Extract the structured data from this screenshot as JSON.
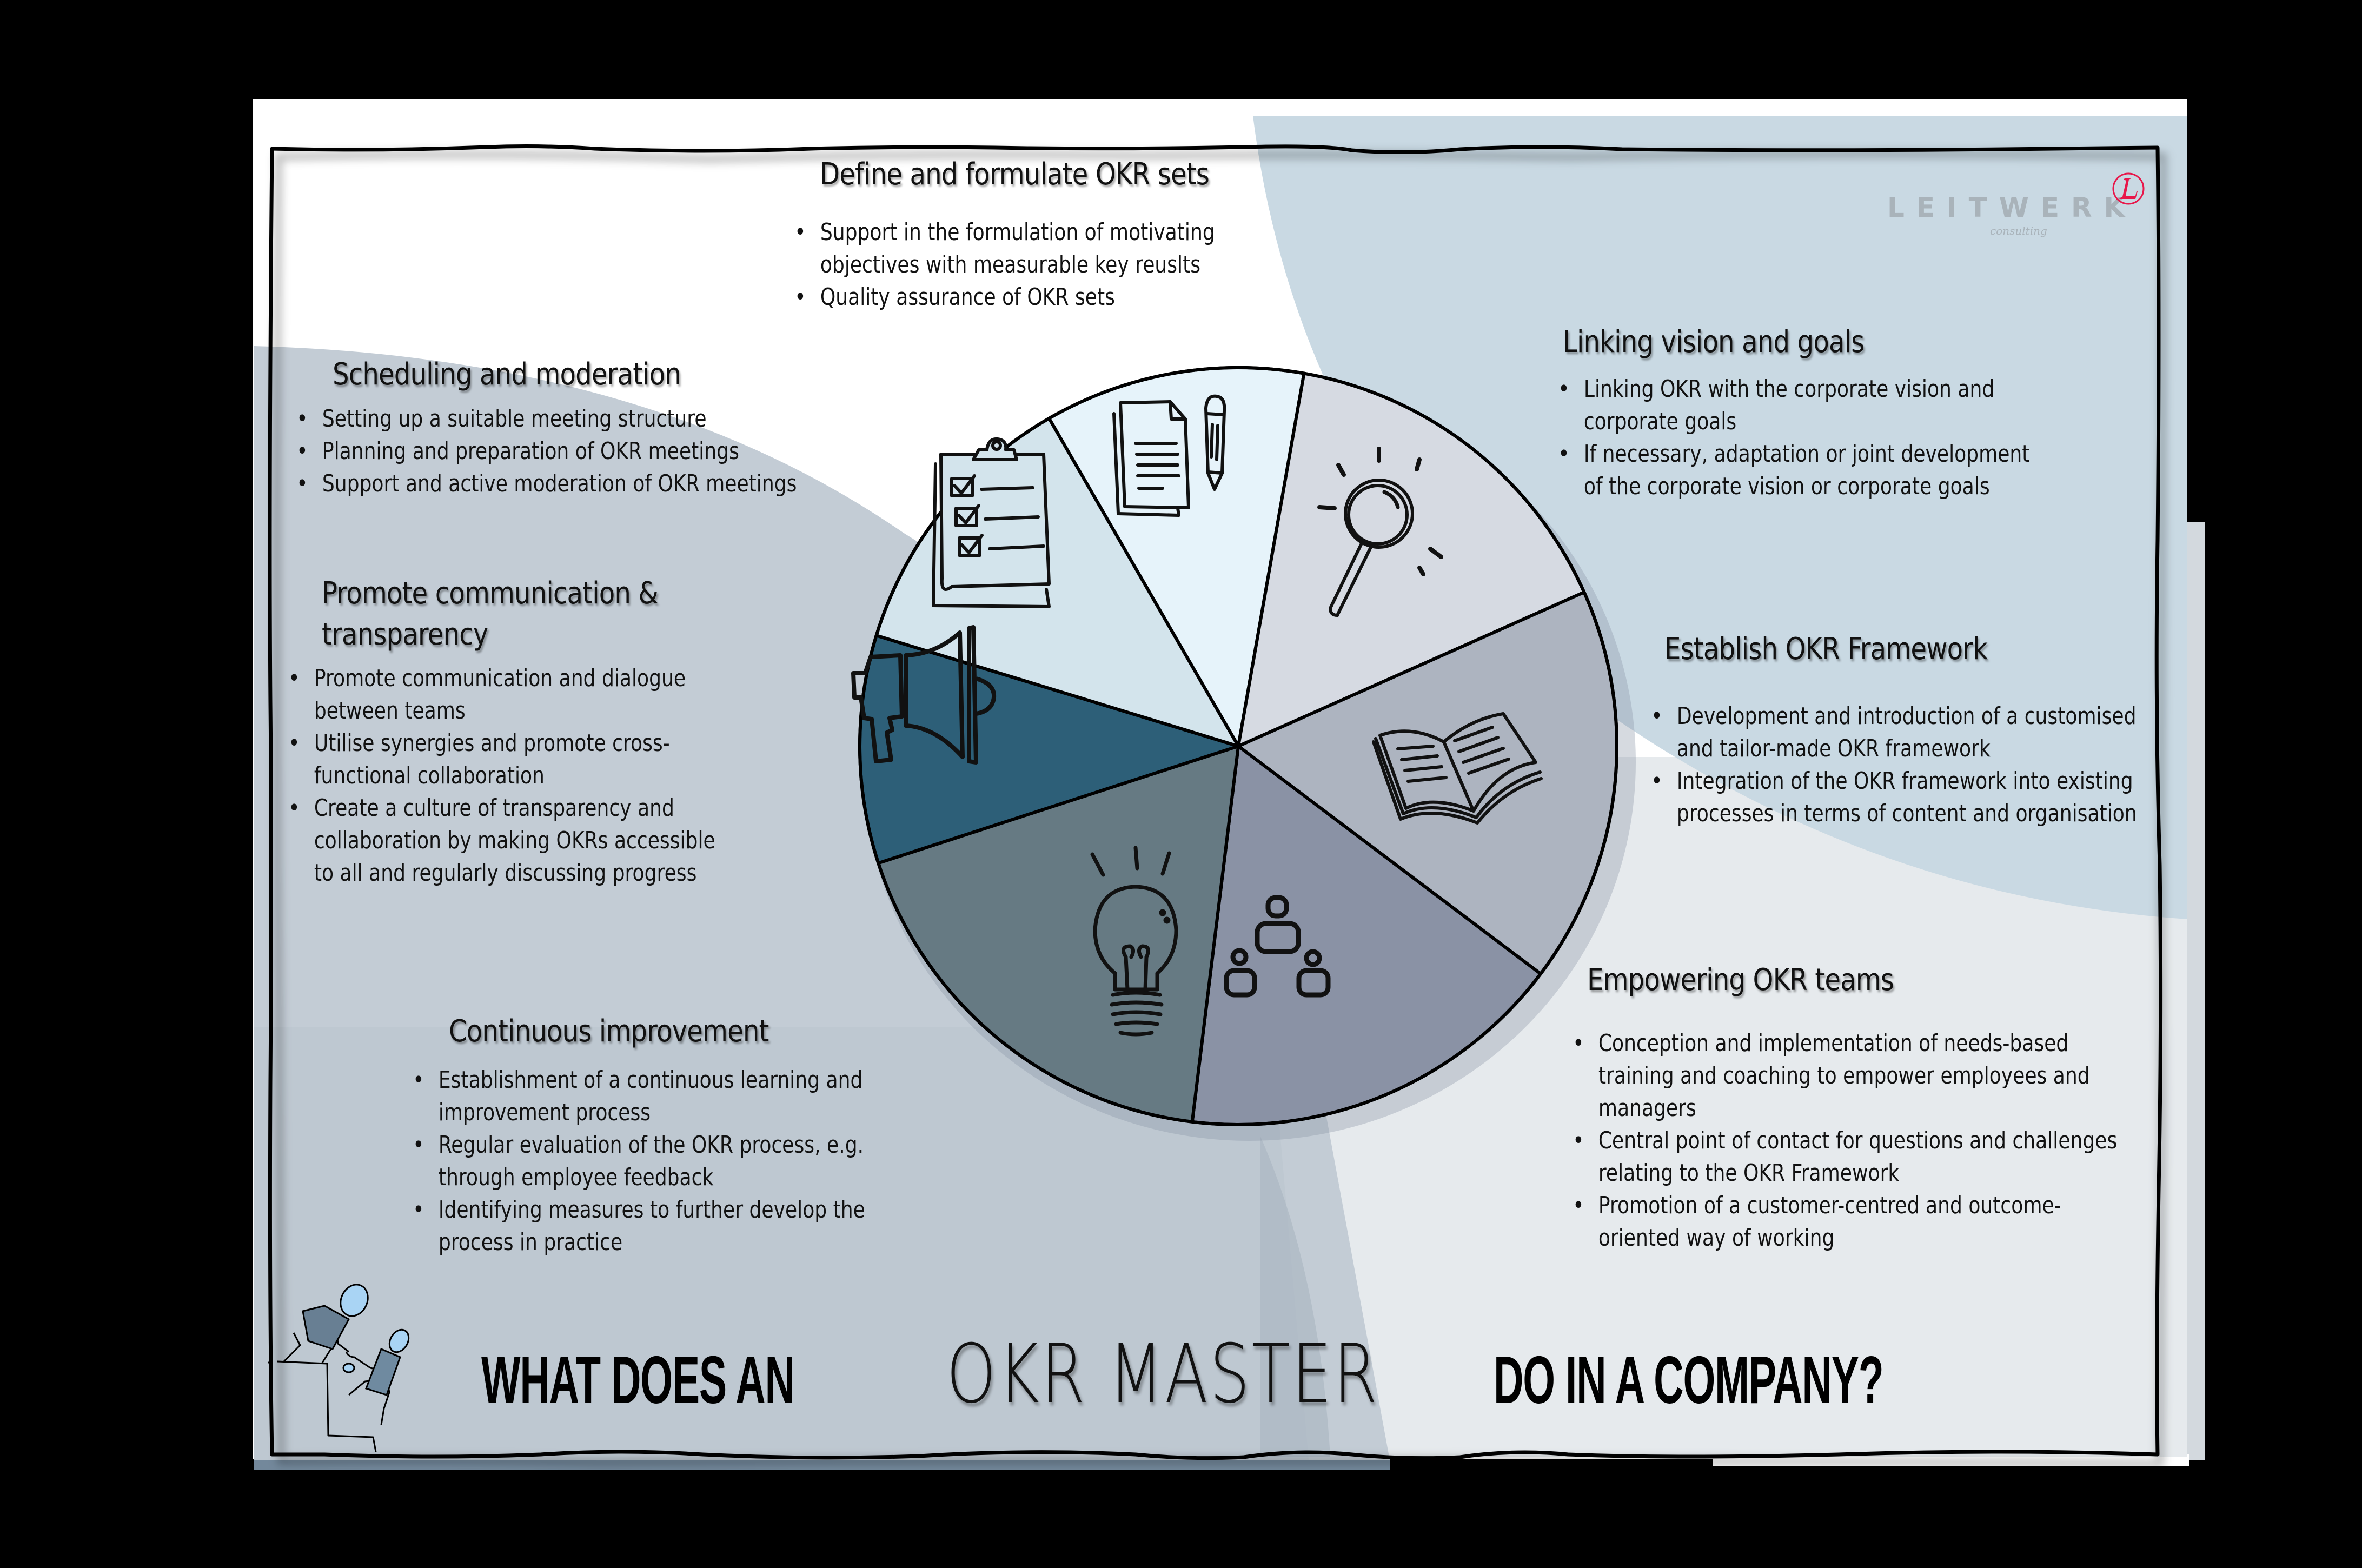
{
  "brand": {
    "name": "LEITWERK",
    "tagline": "consulting",
    "mark_letter": "L",
    "mark_color": "#e8174a"
  },
  "headline": {
    "prefix": "WHAT DOES AN",
    "highlight": "OKR MASTER",
    "suffix": "DO IN A COMPANY?"
  },
  "sections": {
    "define": {
      "title": "Define and formulate OKR sets",
      "bullets": [
        "Support in the formulation of motivating objectives with measurable key reuslts",
        "Quality assurance of OKR sets"
      ]
    },
    "linking": {
      "title": "Linking vision and goals",
      "bullets": [
        "Linking OKR with the corporate vision and corporate goals",
        "If necessary, adaptation or joint development of the corporate vision or corporate goals"
      ]
    },
    "framework": {
      "title": "Establish OKR Framework",
      "bullets": [
        "Development and introduction of a customised and tailor-made OKR framework",
        "Integration of the OKR framework into existing processes in terms of content and organisation"
      ]
    },
    "empowering": {
      "title": "Empowering OKR teams",
      "bullets": [
        "Conception and implementation of needs-based training and coaching to empower employees and managers",
        "Central point of contact for questions and challenges relating to the OKR Framework",
        "Promotion of a customer-centred and outcome-oriented way of working"
      ]
    },
    "scheduling": {
      "title": "Scheduling and moderation",
      "bullets": [
        "Setting up a suitable meeting structure",
        "Planning and preparation of OKR meetings",
        "Support and active moderation of OKR meetings"
      ]
    },
    "communication": {
      "title": "Promote communication & transparency",
      "bullets": [
        "Promote communication and dialogue between teams",
        "Utilise synergies and promote cross-functional collaboration",
        "Create a culture of transparency and collaboration by making OKRs accessible to all and regularly discussing progress"
      ]
    },
    "improvement": {
      "title": "Continuous improvement",
      "bullets": [
        "Establishment of a continuous learning and improvement process",
        "Regular evaluation of the OKR process, e.g. through employee feedback",
        "Identifying measures to further develop the process in practice"
      ]
    }
  },
  "pie": {
    "wedges": [
      {
        "section": "Define and formulate OKR sets",
        "icon": "documents-pencil-icon",
        "color": "#e6f3fa"
      },
      {
        "section": "Linking vision and goals",
        "icon": "magnifier-icon",
        "color": "#d6dae2"
      },
      {
        "section": "Establish OKR Framework",
        "icon": "open-book-icon",
        "color": "#adb4c0"
      },
      {
        "section": "Empowering OKR teams",
        "icon": "team-hierarchy-icon",
        "color": "#8a92a5"
      },
      {
        "section": "Continuous improvement",
        "icon": "lightbulb-icon",
        "color": "#667a83"
      },
      {
        "section": "Promote communication & transparency",
        "icon": "megaphone-icon",
        "color": "#2d5f78"
      },
      {
        "section": "Scheduling and moderation",
        "icon": "clipboard-checklist-icon",
        "color": "#d3e4ec"
      }
    ]
  },
  "colors": {
    "panel_blue": "#c9d9e3",
    "panel_gray": "#c3ccd5",
    "panel_light": "#e6eaed",
    "frame_shadow": "#6e8091"
  }
}
